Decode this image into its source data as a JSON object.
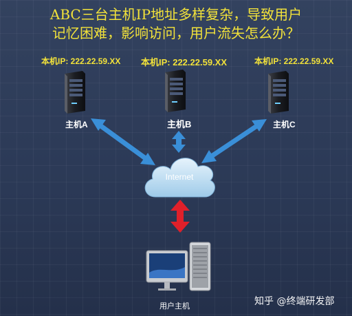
{
  "title": {
    "line1": "ABC三台主机IP地址多样复杂，导致用户",
    "line2": "记忆困难，影响访问，用户流失怎么办？"
  },
  "hosts": [
    {
      "ip": "本机IP: 222.22.59.XX",
      "label": "主机A"
    },
    {
      "ip": "本机IP: 222.22.59.XX",
      "label": "主机B"
    },
    {
      "ip": "本机IP: 222.22.59.XX",
      "label": "主机C"
    }
  ],
  "cloud": {
    "label": "Internet"
  },
  "user": {
    "label": "用户主机"
  },
  "watermark": "知乎 @终端研发部",
  "colors": {
    "title": "#f2e23a",
    "arrow_blue": "#3a8fd8",
    "arrow_red": "#e0202a",
    "cloud": "#c9e4f7"
  }
}
